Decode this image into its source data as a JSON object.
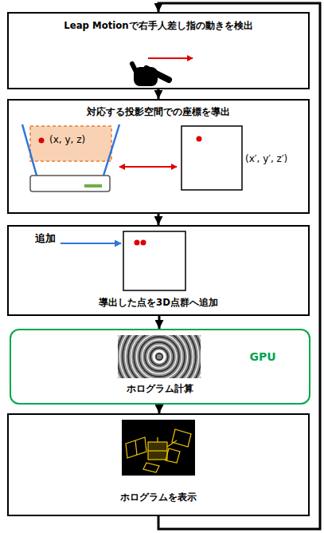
{
  "diagram": {
    "nodes": [
      {
        "text": [
          "Leap Motionで右手人差し指の動きを検出"
        ]
      },
      {
        "text": [
          "対応する投影空間での座標を導出"
        ]
      },
      {
        "text": [
          "導出した点を3D点群へ追加"
        ]
      },
      {
        "text": [
          "ホログラム計算",
          "GPU"
        ]
      },
      {
        "text": [
          "ホログラムを表示"
        ]
      }
    ],
    "edges": [
      {
        "from": 0,
        "to": 1,
        "arrow": "to"
      },
      {
        "from": 1,
        "to": 2,
        "arrow": "to"
      },
      {
        "from": 2,
        "to": 3,
        "arrow": "to"
      },
      {
        "from": 3,
        "to": 4,
        "arrow": "to"
      },
      {
        "from": 4,
        "to": 0,
        "arrow": "to"
      }
    ],
    "labels": [
      "(x, y, z)",
      "(x′, y′, z′)",
      "追加"
    ]
  }
}
